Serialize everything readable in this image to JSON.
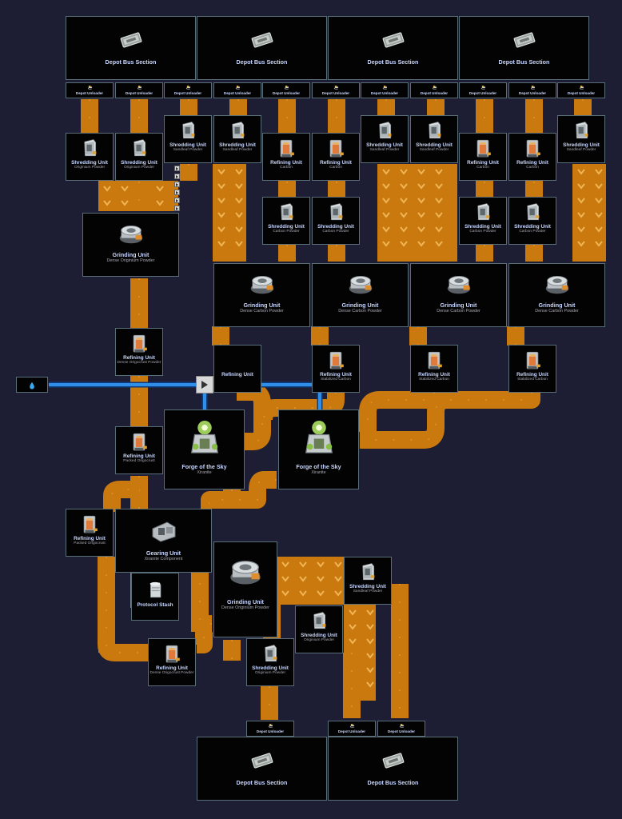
{
  "labels": {
    "bus": "Depot Bus Section",
    "unloader": "Depot Unloader",
    "shredding": "Shredding Unit",
    "refining": "Refining Unit",
    "grinding": "Grinding Unit",
    "forge": "Forge of the Sky",
    "gearing": "Gearing Unit",
    "stash": "Protocol Stash"
  },
  "products": {
    "originium_powder": "Originium Powder",
    "sandleaf_powder": "Sandleaf Powder",
    "carbon": "Carbon",
    "carbon_powder": "Carbon Powder",
    "dense_originium_powder": "Dense Originium Powder",
    "dense_carbon_powder": "Dense Carbon Powder",
    "dense_origocrust_powder": "Dense Origocrust Powder",
    "stabilized_carbon": "Stabilized Carbon",
    "xiranite": "Xiranite",
    "packed_origocrust": "Packed Origocrust",
    "xiranite_component": "Xiranite Component"
  },
  "colors": {
    "background": "#1d1e33",
    "belt": "#c9790d",
    "pipe": "#2f8ee8",
    "title_text": "#c9d7ff",
    "box_border": "#5a6e7a"
  },
  "icons": {
    "bus": "depot-crate-icon",
    "unloader": "unloader-icon",
    "shredding": "shredding-machine-icon",
    "refining": "refining-furnace-icon",
    "grinding": "grinding-mill-icon",
    "forge": "forge-of-the-sky-icon",
    "gearing": "gearing-machine-icon",
    "stash": "protocol-stash-icon",
    "water": "water-drop-icon"
  }
}
